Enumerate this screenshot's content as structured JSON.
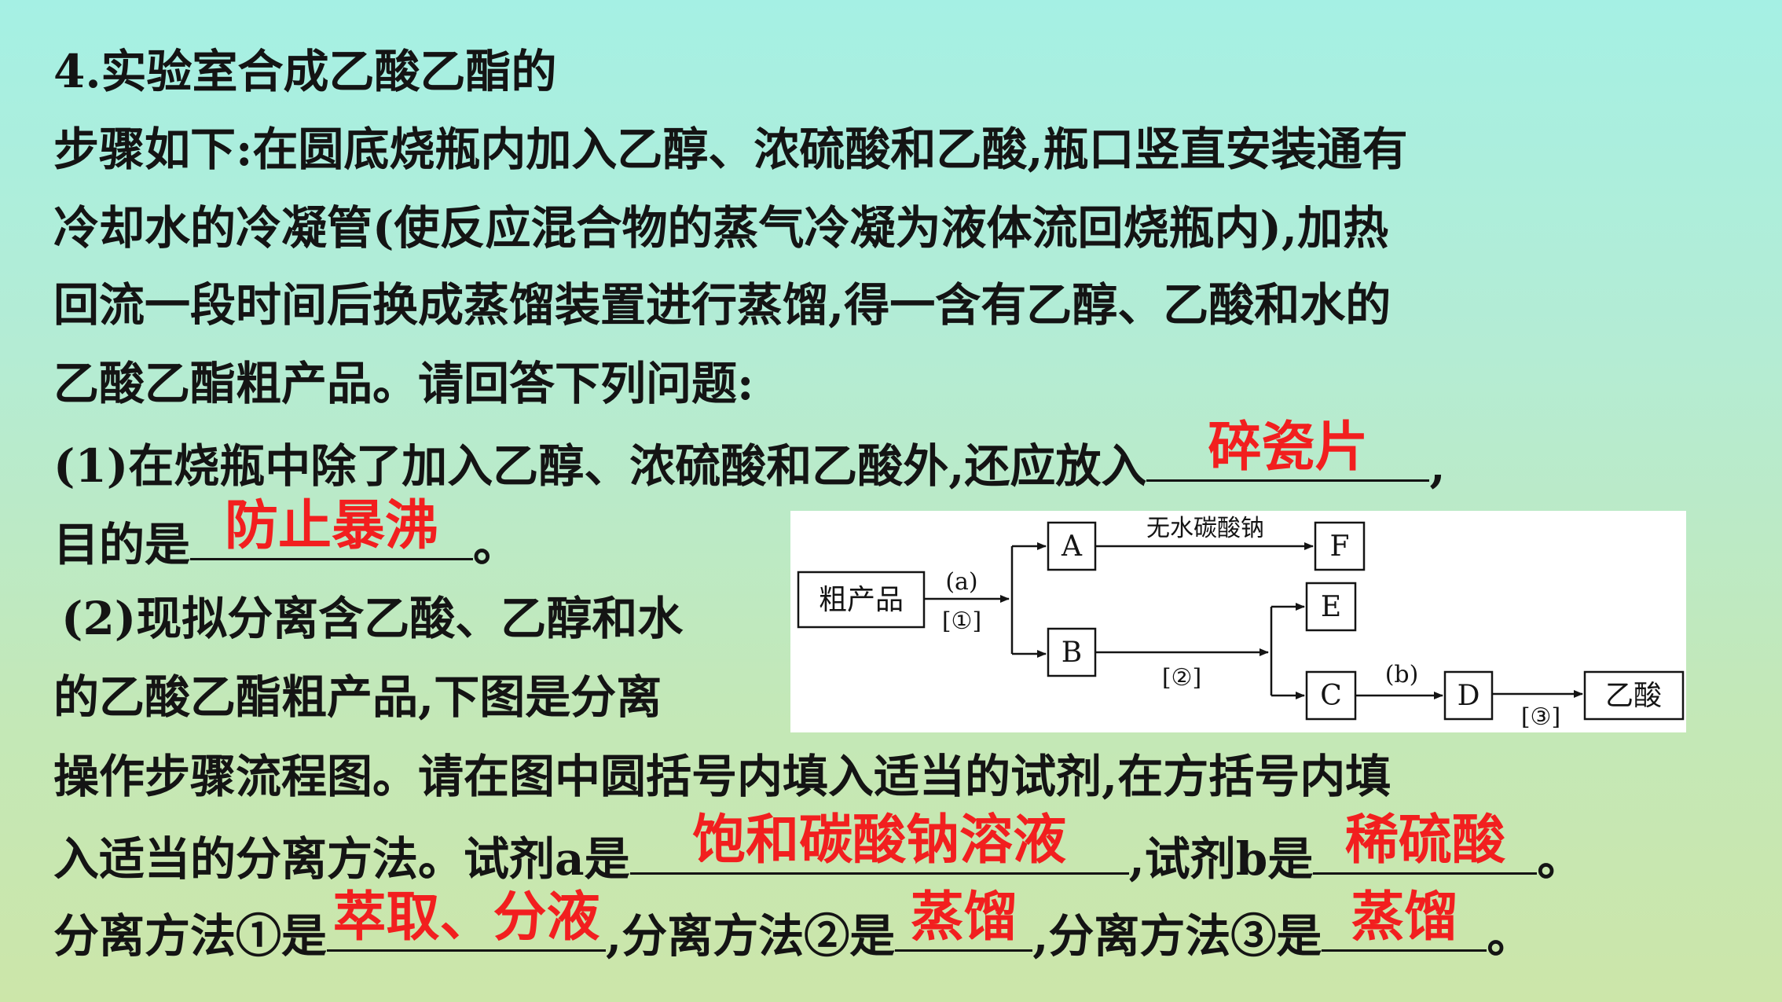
{
  "question": {
    "line1": "4.实验室合成乙酸乙酯的",
    "line2": "步骤如下:在圆底烧瓶内加入乙醇、浓硫酸和乙酸,瓶口竖直安装通有",
    "line3": "冷却水的冷凝管(使反应混合物的蒸气冷凝为液体流回烧瓶内),加热",
    "line4": "回流一段时间后换成蒸馏装置进行蒸馏,得一含有乙醇、乙酸和水的",
    "line5": "乙酸乙酯粗产品。请回答下列问题:"
  },
  "part1": {
    "text_a": "(1)在烧瓶中除了加入乙醇、浓硫酸和乙酸外,还应放入",
    "answer_a": "碎瓷片",
    "text_b": ",",
    "text_c": "目的是",
    "answer_b": "防止暴沸",
    "text_d": "。"
  },
  "part2": {
    "line1": "(2)现拟分离含乙酸、乙醇和水",
    "line2": "的乙酸乙酯粗产品,下图是分离",
    "line3": "操作步骤流程图。请在图中圆括号内填入适当的试剂,在方括号内填",
    "line4a": "入适当的分离方法。试剂a是",
    "answer_a": "饱和碳酸钠溶液",
    "line4b": ",试剂b是",
    "answer_b": "稀硫酸",
    "line4c": "。",
    "line5a": "分离方法①是",
    "answer_c": "萃取、分液",
    "line5b": ",分离方法②是",
    "answer_d": "蒸馏",
    "line5c": ",分离方法③是",
    "answer_e": "蒸馏",
    "line5d": "。"
  },
  "diagram": {
    "crude": "粗产品",
    "reagent_a": "(a)",
    "method_1": "[①]",
    "box_a": "A",
    "box_b": "B",
    "anhydrous": "无水碳酸钠",
    "box_f": "F",
    "method_2": "[②]",
    "box_e": "E",
    "box_c": "C",
    "reagent_b": "(b)",
    "box_d": "D",
    "method_3": "[③]",
    "acid": "乙酸"
  },
  "colors": {
    "answer": "#f21f1f",
    "text": "#141414"
  }
}
